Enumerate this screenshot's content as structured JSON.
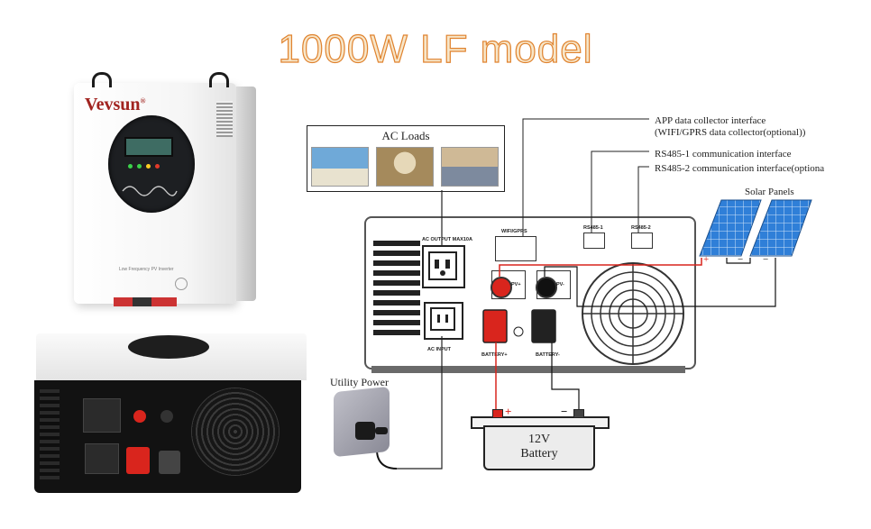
{
  "title": "1000W LF model",
  "product_photos": {
    "brand": "Vevsun",
    "brand_mark": "®",
    "front_panel_text": "Low Frequency PV Inverter"
  },
  "ac_loads": {
    "title": "AC Loads"
  },
  "callouts": {
    "app_interface_line1": "APP data collector interface",
    "app_interface_line2": "(WIFI/GPRS data collector(optional))",
    "rs485_1": "RS485-1 communication interface",
    "rs485_2": "RS485-2 communication interface(optiona",
    "solar_panels": "Solar Panels",
    "utility_power": "Utility Power"
  },
  "inverter_labels": {
    "ac_output": "AC OUTPUT MAX10A",
    "wifi_gprs": "WIFI/GPRS",
    "rs485_1": "RS485-1",
    "rs485_2": "RS485-2",
    "pv_plus": "PV+",
    "pv_minus": "PV-",
    "ac_input": "AC INPUT",
    "battery_plus": "BATTERY+",
    "battery_minus": "BATTERY-"
  },
  "battery": {
    "voltage": "12V",
    "label": "Battery",
    "plus_sign": "+",
    "minus_sign": "−"
  },
  "solar_polarity": {
    "plus": "+",
    "minus": "−"
  },
  "colors": {
    "title_fill": "#f7e6c9",
    "title_stroke": "#e0832f",
    "positive_wire": "#d9251d",
    "negative_wire": "#111111",
    "solar_blue": "#2f7fd8"
  }
}
